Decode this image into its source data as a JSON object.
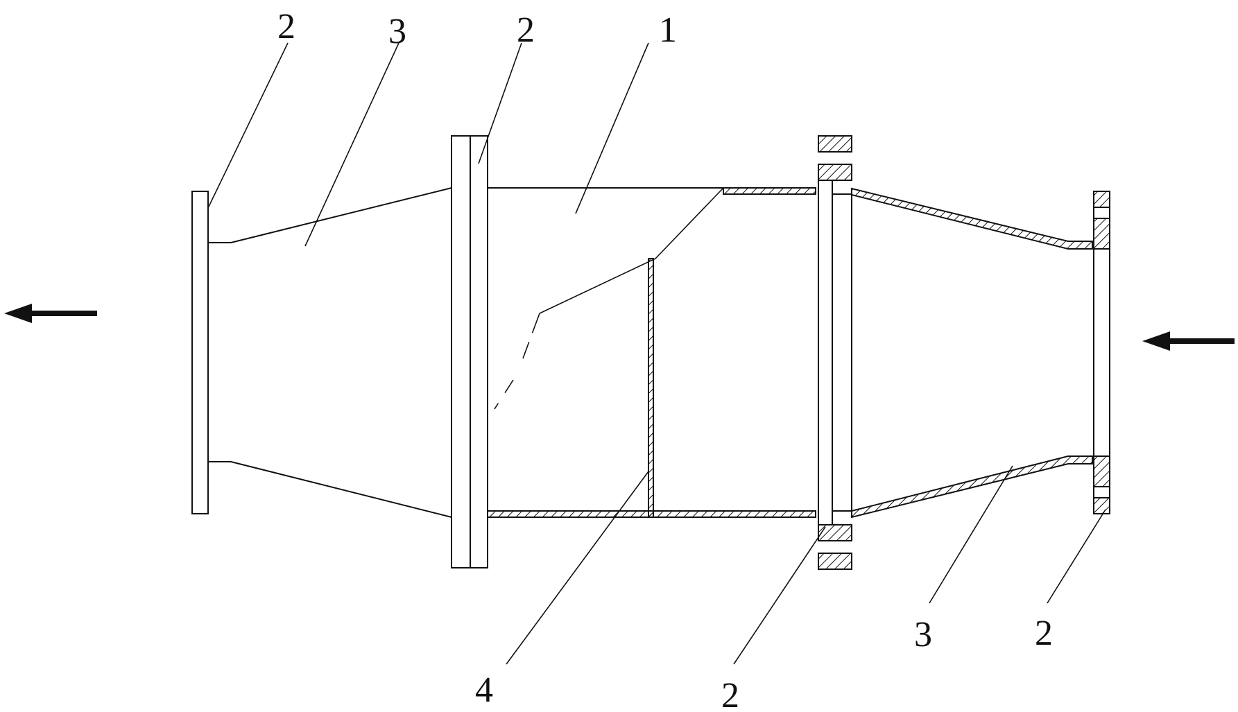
{
  "diagram": {
    "labels": {
      "top_flange_left": "2",
      "top_reducer_left": "3",
      "top_flange_mid": "2",
      "top_body": "1",
      "bottom_partition": "4",
      "bottom_flange_right_mid": "2",
      "bottom_reducer_right": "3",
      "bottom_flange_right": "2"
    },
    "flow_arrows": [
      "left-outlet-arrow",
      "right-inlet-arrow"
    ],
    "colors": {
      "line": "#111111",
      "background": "#ffffff"
    }
  }
}
